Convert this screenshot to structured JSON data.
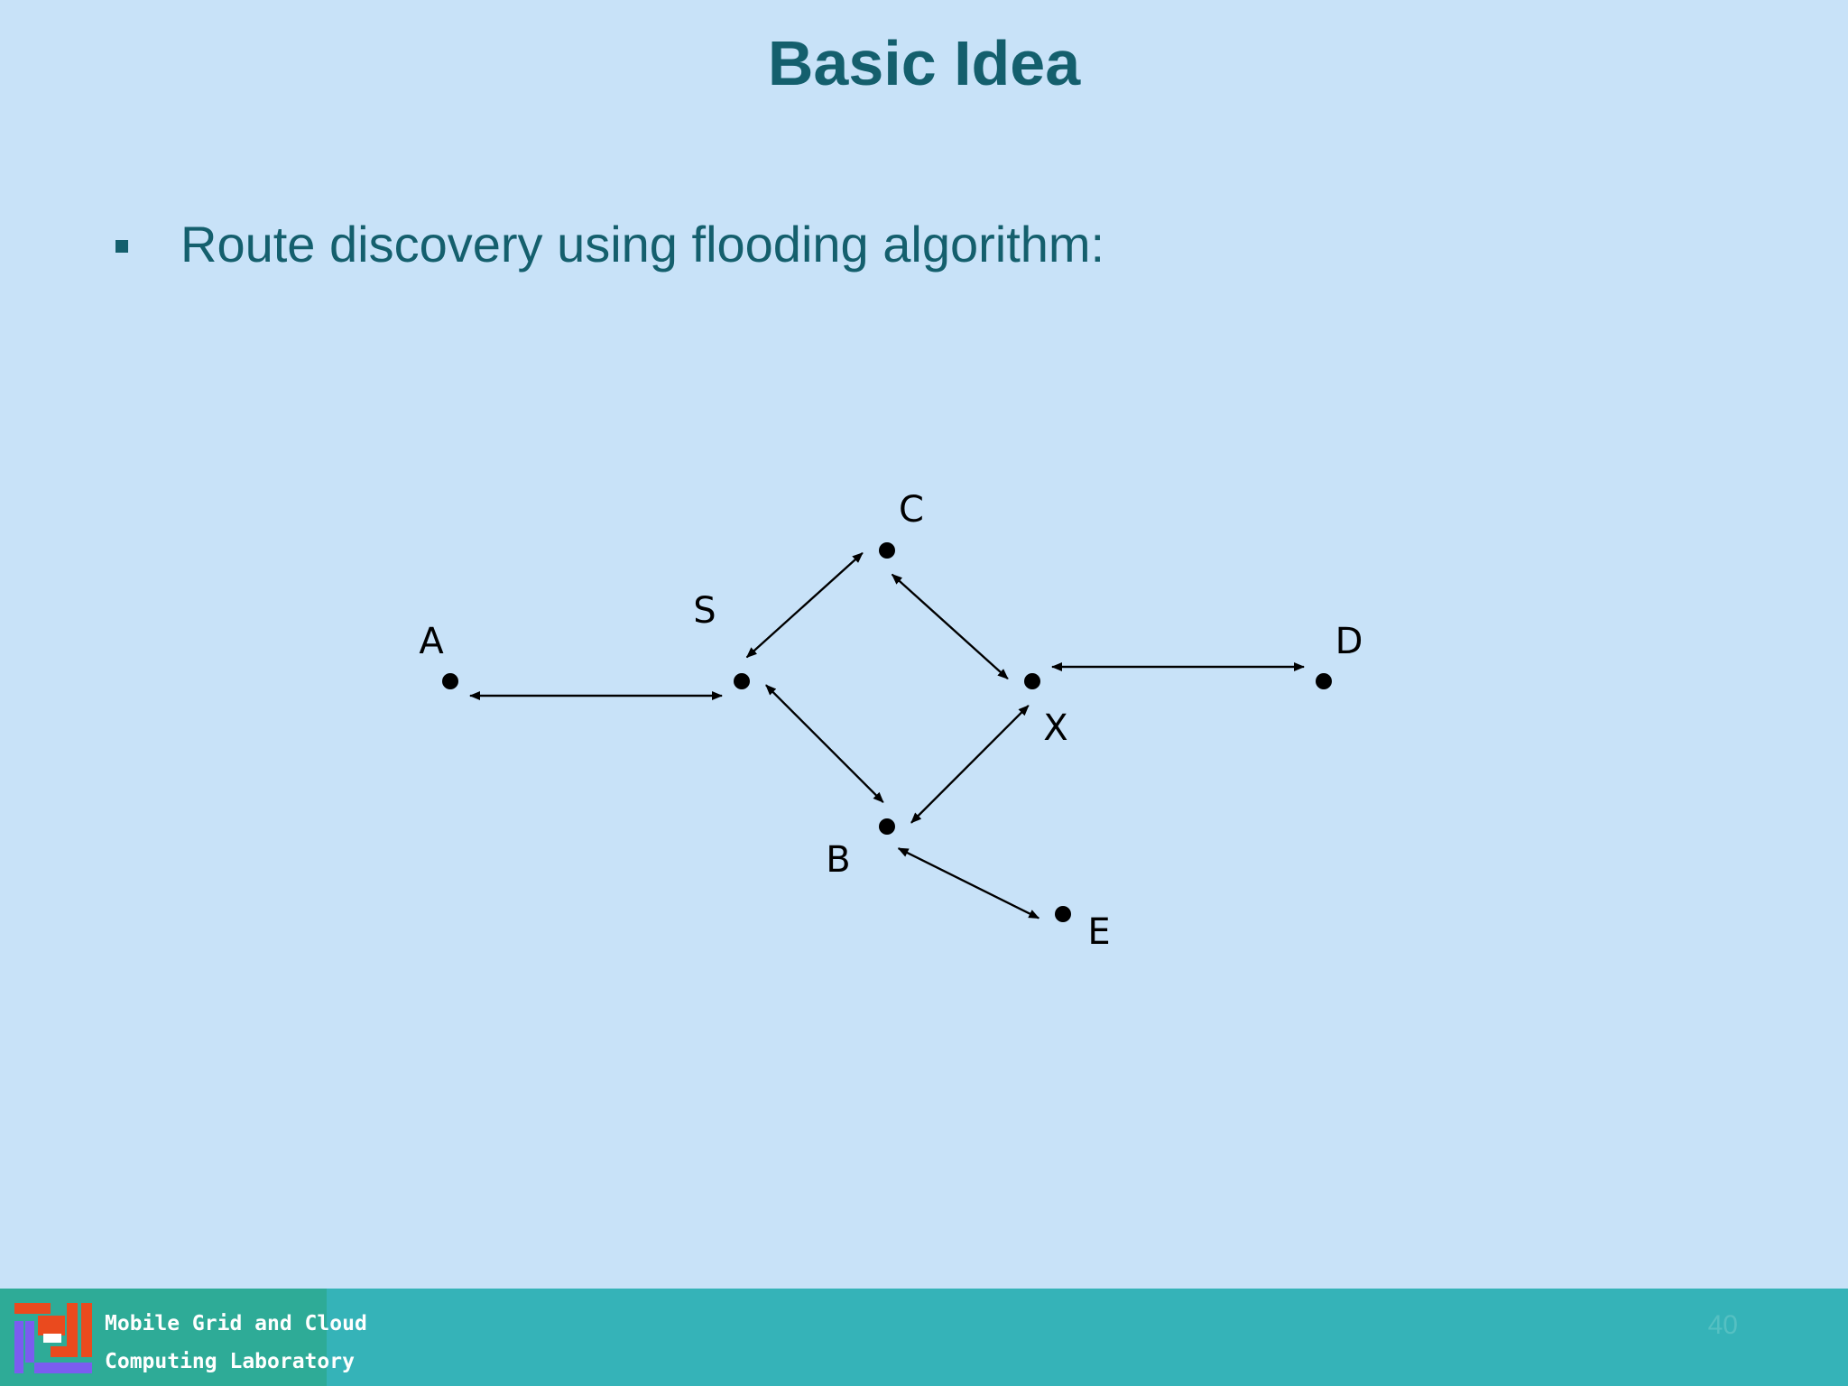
{
  "slide": {
    "title": "Basic Idea",
    "bullet": "Route discovery using flooding algorithm:"
  },
  "diagram": {
    "nodes": [
      {
        "id": "A",
        "label": "A"
      },
      {
        "id": "S",
        "label": "S"
      },
      {
        "id": "C",
        "label": "C"
      },
      {
        "id": "X",
        "label": "X"
      },
      {
        "id": "D",
        "label": "D"
      },
      {
        "id": "B",
        "label": "B"
      },
      {
        "id": "E",
        "label": "E"
      }
    ],
    "edges": [
      {
        "from": "S",
        "to": "A"
      },
      {
        "from": "A",
        "to": "S"
      },
      {
        "from": "C",
        "to": "S"
      },
      {
        "from": "S",
        "to": "C"
      },
      {
        "from": "X",
        "to": "C"
      },
      {
        "from": "C",
        "to": "X"
      },
      {
        "from": "B",
        "to": "S"
      },
      {
        "from": "S",
        "to": "B"
      },
      {
        "from": "X",
        "to": "B"
      },
      {
        "from": "B",
        "to": "X"
      },
      {
        "from": "D",
        "to": "X"
      },
      {
        "from": "X",
        "to": "D"
      },
      {
        "from": "B",
        "to": "E"
      },
      {
        "from": "E",
        "to": "B"
      }
    ]
  },
  "footer": {
    "lab_line1": "Mobile Grid and Cloud",
    "lab_line2": "Computing Laboratory",
    "page_number": "40"
  },
  "colors": {
    "background": "#c8e2f8",
    "title": "#145f6d",
    "footer": "#35b3b8",
    "footer_brand": "#2eab97"
  }
}
